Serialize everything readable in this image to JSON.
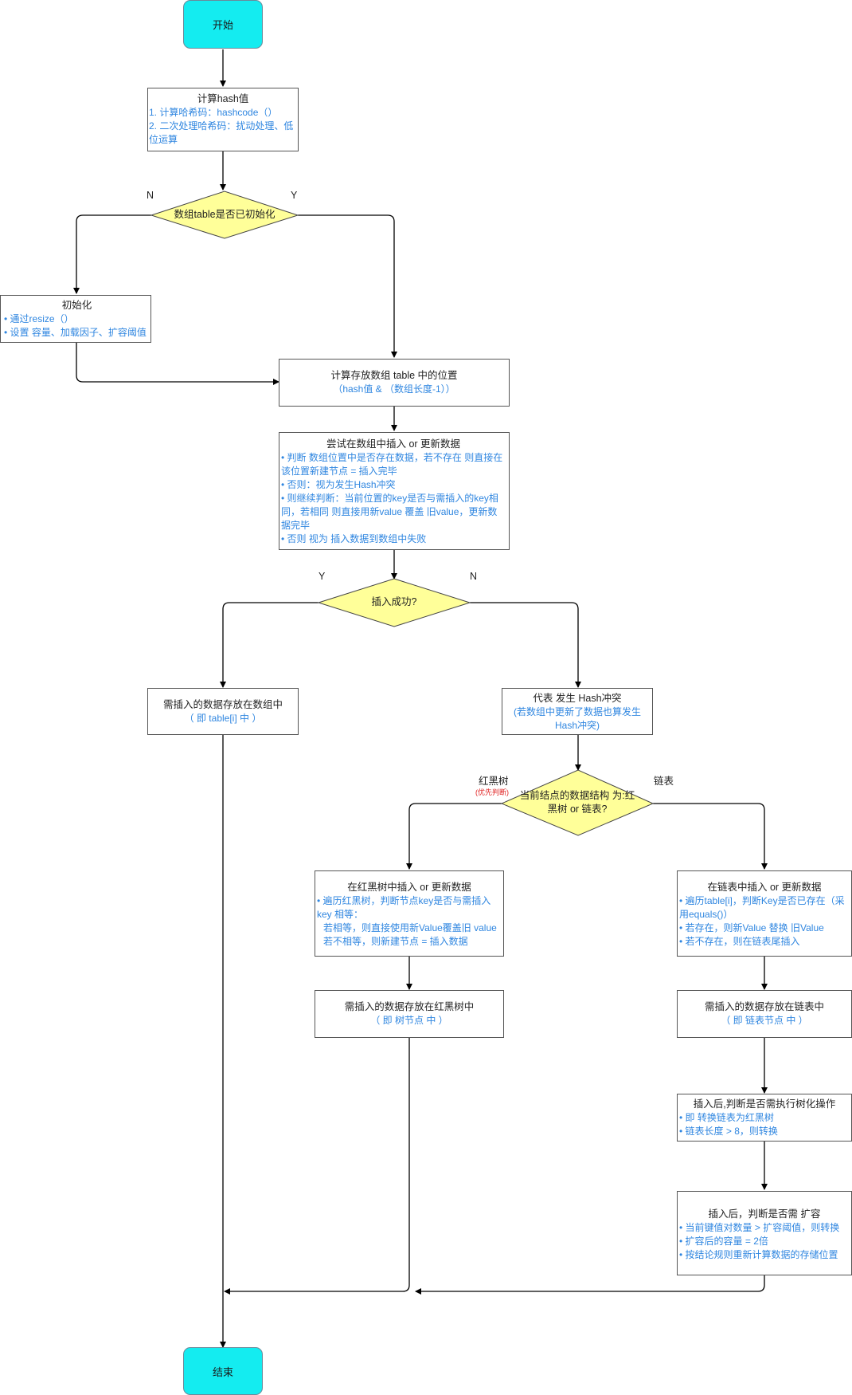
{
  "start": "开始",
  "end": "结束",
  "calc_hash": {
    "title": "计算hash值",
    "lines": [
      "1. 计算哈希码：hashcode（）",
      "2. 二次处理哈希码：扰动处理、低位运算"
    ]
  },
  "decision_init": {
    "text": "数组table是否已初始化",
    "no": "N",
    "yes": "Y"
  },
  "init": {
    "title": "初始化",
    "lines": [
      "• 通过resize（）",
      "• 设置 容量、加载因子、扩容阈值"
    ]
  },
  "calc_pos": {
    "title": "计算存放数组 table 中的位置",
    "sub": "（hash值 & （数组长度-1））"
  },
  "try_insert": {
    "title": "尝试在数组中插入 or 更新数据",
    "lines": [
      "• 判断 数组位置中是否存在数据，若不存在 则直接在该位置新建节点 =  插入完毕",
      "• 否则：视为发生Hash冲突",
      "• 则继续判断：当前位置的key是否与需插入的key相同，若相同 则直接用新value 覆盖 旧value，更新数据完毕",
      "• 否则 视为 插入数据到数组中失败"
    ]
  },
  "decision_success": {
    "text": "插入成功?",
    "yes": "Y",
    "no": "N"
  },
  "store_array": {
    "title": "需插入的数据存放在数组中",
    "sub": "（ 即 table[i] 中 ）"
  },
  "hash_conflict": {
    "title": "代表 发生 Hash冲突",
    "sub": "(若数组中更新了数据也算发生Hash冲突)"
  },
  "decision_struct": {
    "text": "当前结点的数据结构 为:红黑树 or 链表?",
    "left": "红黑树",
    "left_note": "(优先判断)",
    "right": "链表"
  },
  "rb_insert": {
    "title": "在红黑树中插入 or 更新数据",
    "lines": [
      "• 遍历红黑树，判断节点key是否与需插入key 相等：",
      "  若相等，则直接使用新Value覆盖旧 value",
      "  若不相等，则新建节点 = 插入数据"
    ]
  },
  "list_insert": {
    "title": "在链表中插入 or 更新数据",
    "lines": [
      "• 遍历table[i]，判断Key是否已存在（采用equals()）",
      "• 若存在，则新Value 替换 旧Value",
      "• 若不存在，则在链表尾插入"
    ]
  },
  "store_rb": {
    "title": "需插入的数据存放在红黑树中",
    "sub": "（ 即 树节点 中 ）"
  },
  "store_list": {
    "title": "需插入的数据存放在链表中",
    "sub": "（ 即 链表节点 中 ）"
  },
  "treeify": {
    "title": "插入后,判断是否需执行树化操作",
    "lines": [
      "• 即 转换链表为红黑树",
      "• 链表长度 > 8，则转换"
    ]
  },
  "resize": {
    "title": "插入后，判断是否需 扩容",
    "lines": [
      "• 当前键值对数量 > 扩容阈值，则转换",
      "• 扩容后的容量 = 2倍",
      "• 按结论规则重新计算数据的存储位置"
    ]
  },
  "colors": {
    "terminal": "#14ecf0",
    "decision": "#ffff99",
    "text_blue": "#2f86e0",
    "line": "#000000"
  }
}
